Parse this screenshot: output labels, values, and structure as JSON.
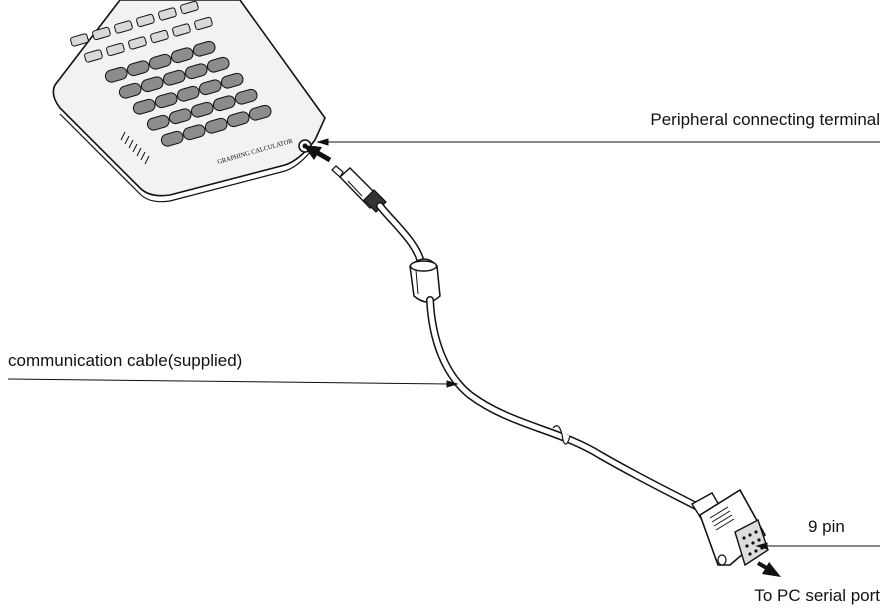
{
  "labels": {
    "peripheral_terminal": "Peripheral connecting terminal",
    "communication_cable": "communication cable(supplied)",
    "nine_pin": "9 pin",
    "to_pc_serial_port": "To PC serial port"
  },
  "calculator": {
    "brand_text": "GRAPHING CALCULATOR"
  },
  "colors": {
    "line": "#111111",
    "key_light": "#d9d9d9",
    "key_dark": "#8c8c8c",
    "body": "#f2f2f2"
  }
}
